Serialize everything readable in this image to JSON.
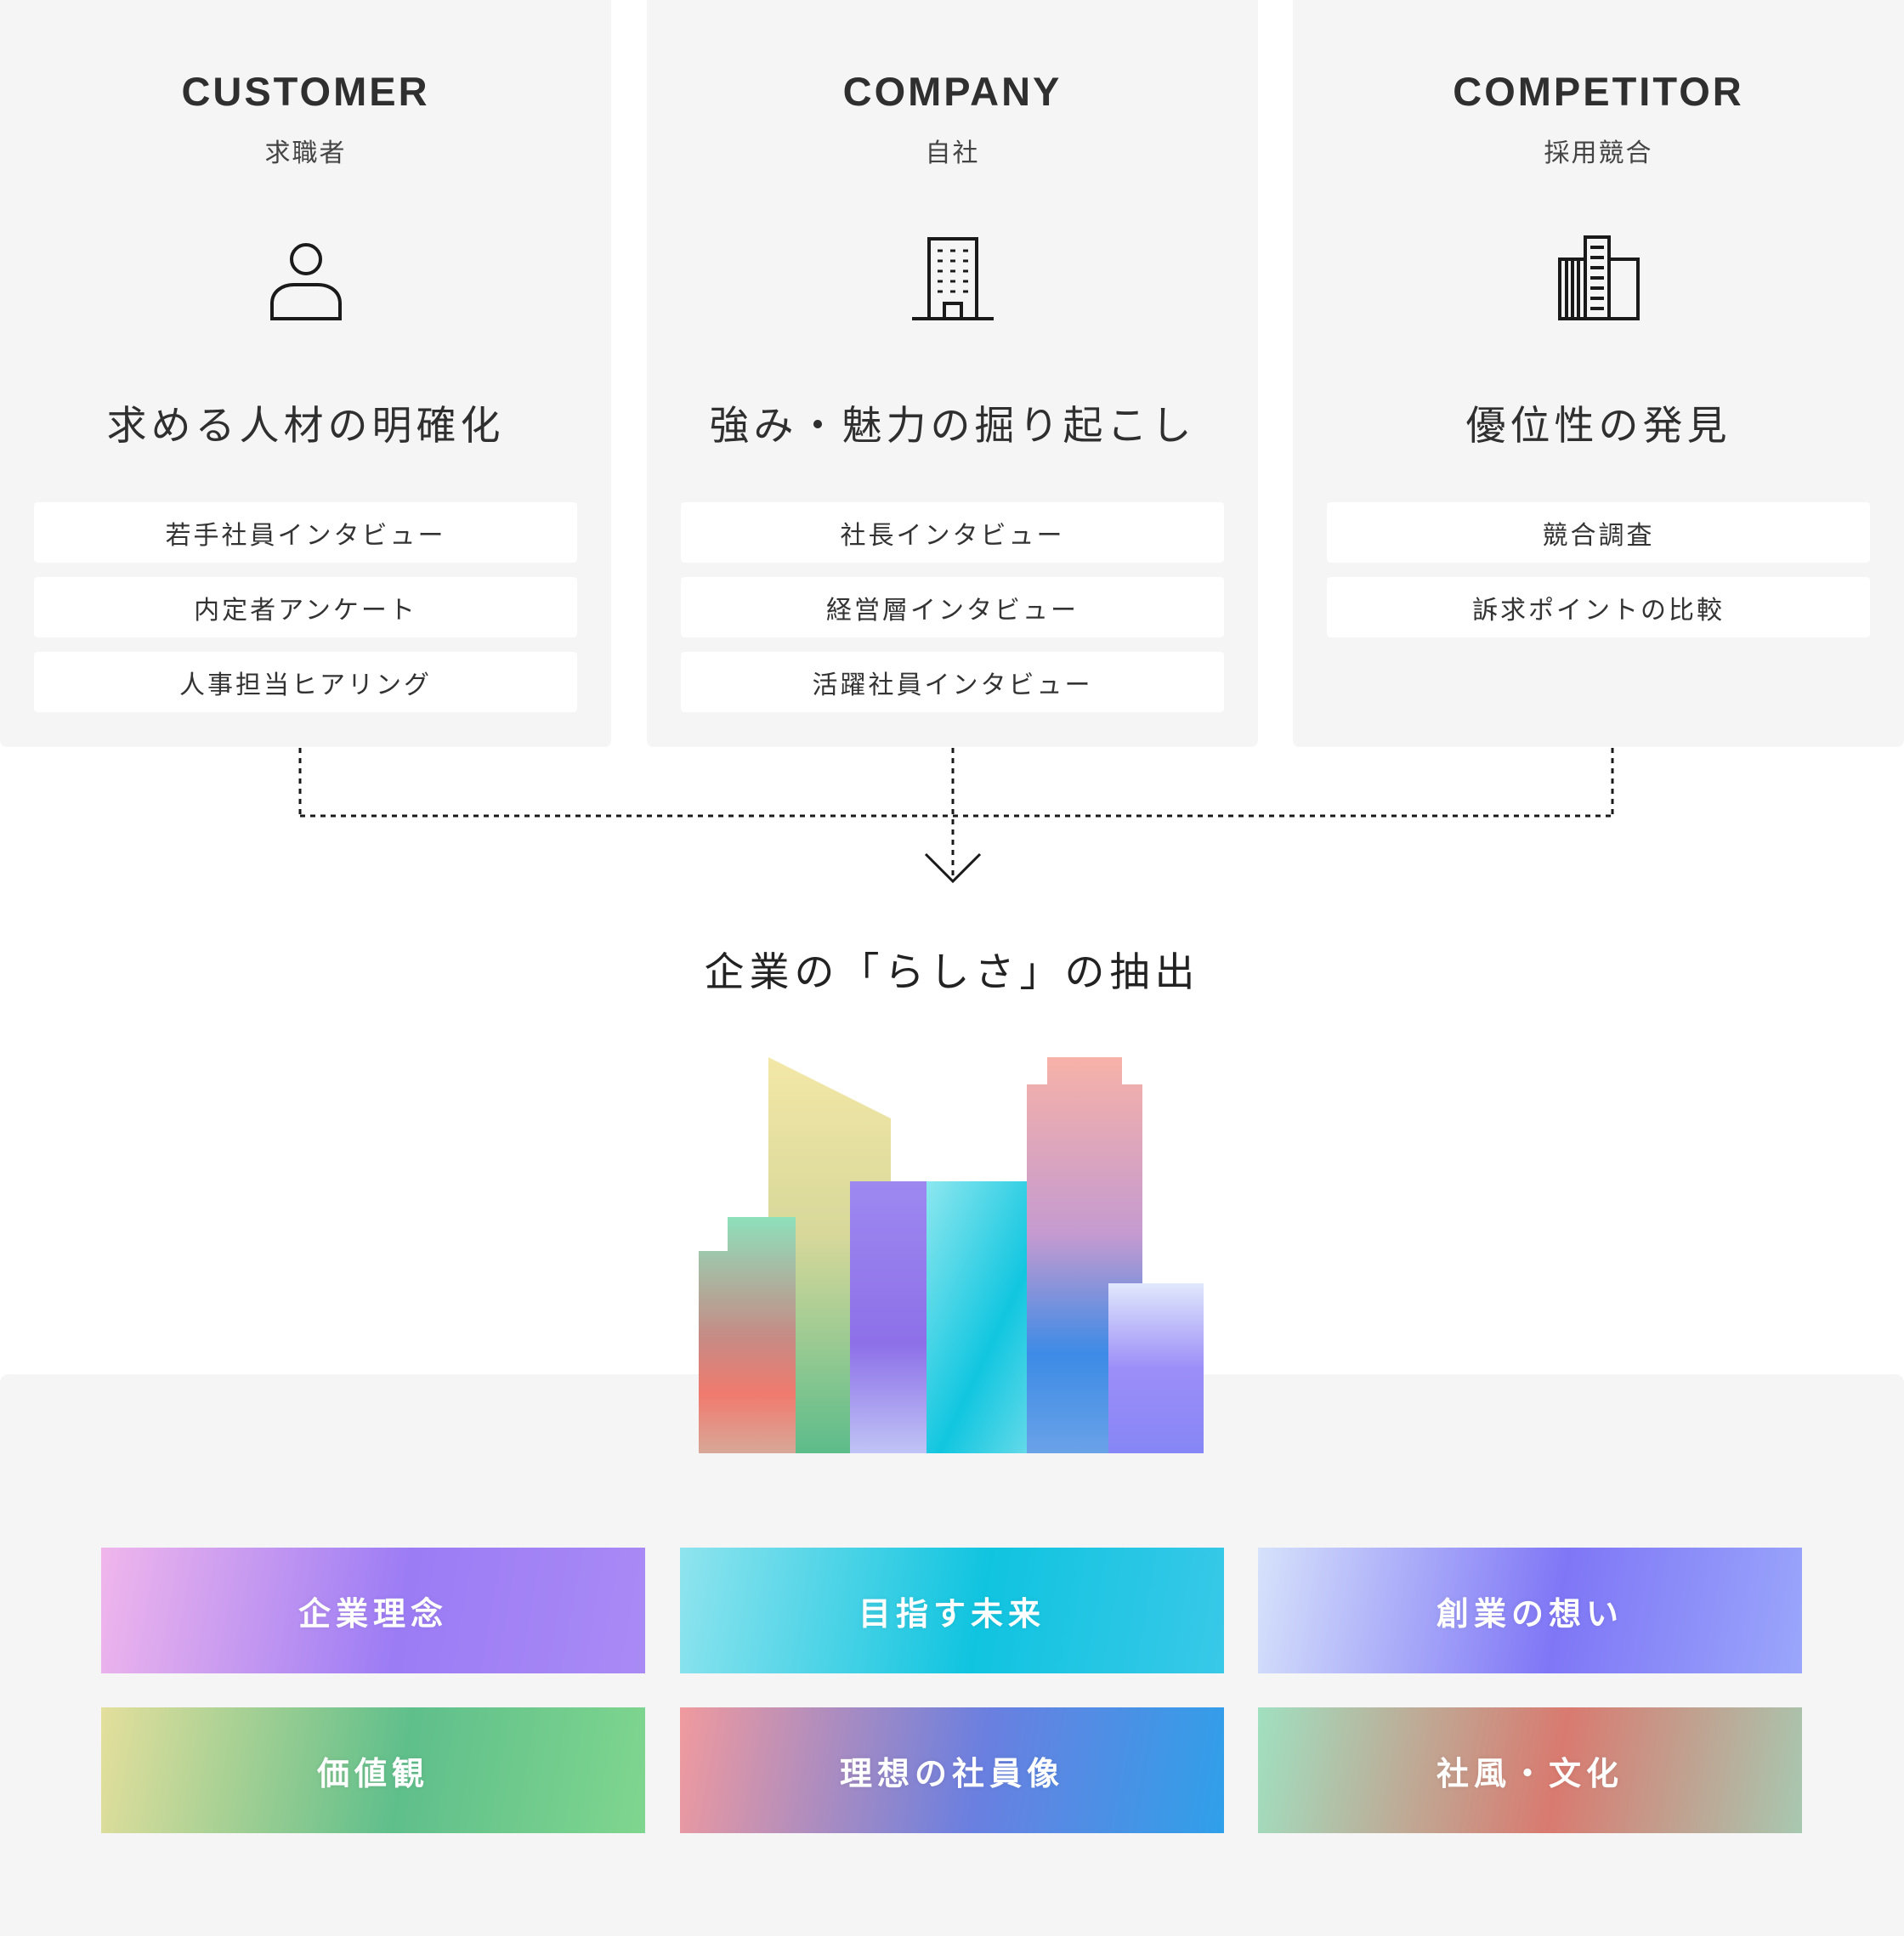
{
  "cards": [
    {
      "title_en": "CUSTOMER",
      "title_jp": "求職者",
      "icon": "person-icon",
      "headline": "求める人材の明確化",
      "items": [
        "若手社員インタビュー",
        "内定者アンケート",
        "人事担当ヒアリング"
      ]
    },
    {
      "title_en": "COMPANY",
      "title_jp": "自社",
      "icon": "office-building-icon",
      "headline": "強み・魅力の掘り起こし",
      "items": [
        "社長インタビュー",
        "経営層インタビュー",
        "活躍社員インタビュー"
      ]
    },
    {
      "title_en": "COMPETITOR",
      "title_jp": "採用競合",
      "icon": "buildings-icon",
      "headline": "優位性の発見",
      "items": [
        "競合調査",
        "訴求ポイントの比較"
      ]
    }
  ],
  "center_title": "企業の「らしさ」の抽出",
  "values": [
    {
      "label": "企業理念",
      "colors": [
        "#f0b6ec",
        "#9c7cf5",
        "#a98af5"
      ]
    },
    {
      "label": "目指す未来",
      "colors": [
        "#8fe4ee",
        "#10c4e0",
        "#39c8e8"
      ]
    },
    {
      "label": "創業の想い",
      "colors": [
        "#d6e2fb",
        "#7f76f6",
        "#9aa6fb"
      ]
    },
    {
      "label": "価値観",
      "colors": [
        "#e4df9c",
        "#5fbf8b",
        "#7fd68e"
      ]
    },
    {
      "label": "理想の社員像",
      "colors": [
        "#f09a9e",
        "#6a7fe0",
        "#2fa0ea"
      ]
    },
    {
      "label": "社風・文化",
      "colors": [
        "#a0e0c0",
        "#d97a70",
        "#a8c8b0"
      ]
    }
  ],
  "colors": {
    "card_bg": "#f5f5f5",
    "panel_bg": "#f5f5f5",
    "text": "#2b2b2b"
  }
}
